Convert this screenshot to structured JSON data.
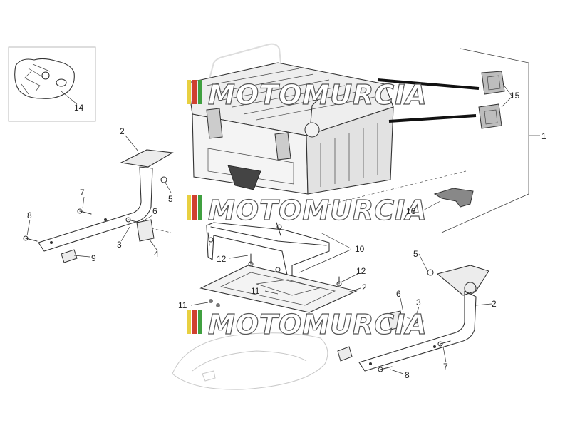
{
  "diagram": {
    "watermark": "MOTOMURCIA",
    "watermark_stripe_colors": [
      "#e8d040",
      "#d04030",
      "#40a040"
    ],
    "callouts": [
      {
        "id": "c14",
        "label": "14"
      },
      {
        "id": "c2a",
        "label": "2"
      },
      {
        "id": "c15",
        "label": "15"
      },
      {
        "id": "c1",
        "label": "1"
      },
      {
        "id": "c5a",
        "label": "5"
      },
      {
        "id": "c7a",
        "label": "7"
      },
      {
        "id": "c8a",
        "label": "8"
      },
      {
        "id": "c6a",
        "label": "6"
      },
      {
        "id": "c3a",
        "label": "3"
      },
      {
        "id": "c4",
        "label": "4"
      },
      {
        "id": "c9",
        "label": "9"
      },
      {
        "id": "c16",
        "label": "16"
      },
      {
        "id": "c10",
        "label": "10"
      },
      {
        "id": "c12a",
        "label": "12"
      },
      {
        "id": "c12b",
        "label": "12"
      },
      {
        "id": "c2b",
        "label": "2"
      },
      {
        "id": "c11a",
        "label": "11"
      },
      {
        "id": "c11b",
        "label": "11"
      },
      {
        "id": "c5b",
        "label": "5"
      },
      {
        "id": "c6b",
        "label": "6"
      },
      {
        "id": "c3b",
        "label": "3"
      },
      {
        "id": "c2c",
        "label": "2"
      },
      {
        "id": "c7b",
        "label": "7"
      },
      {
        "id": "c8b",
        "label": "8"
      }
    ]
  }
}
